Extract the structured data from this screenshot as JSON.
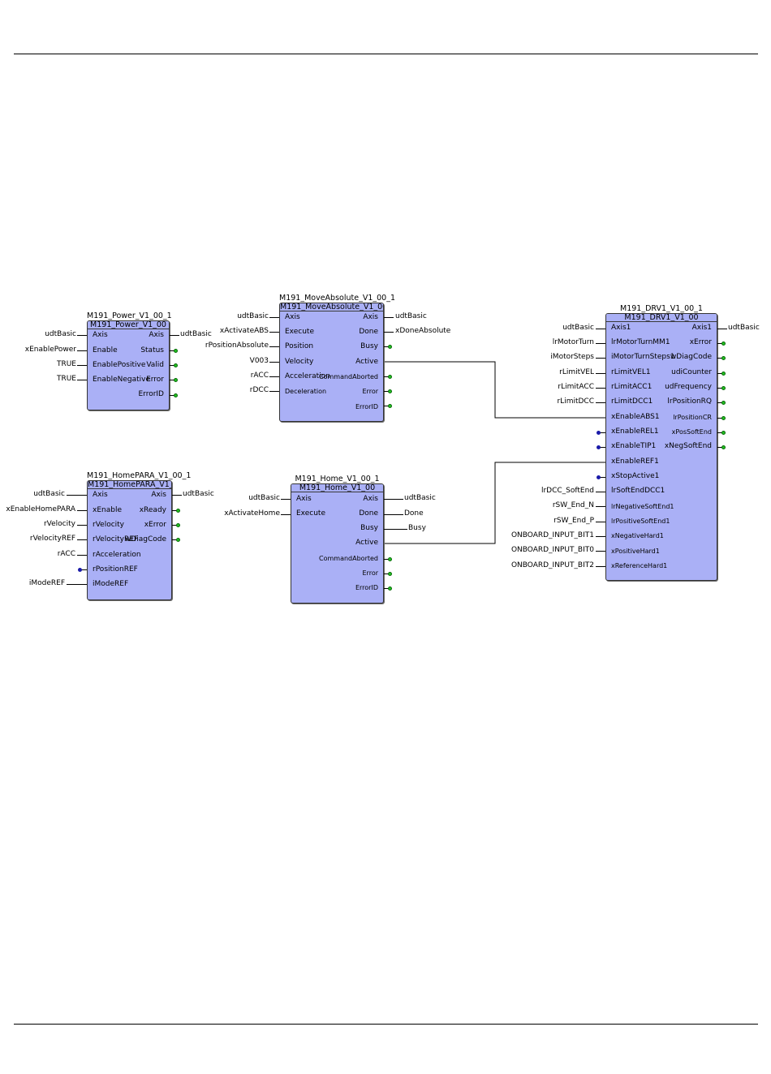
{
  "blocks": {
    "power": {
      "instance": "M191_Power_V1_00_1",
      "type": "M191_Power_V1_00",
      "inputs": [
        "Axis",
        "Enable",
        "EnablePositive",
        "EnableNegative"
      ],
      "outputs": [
        "Axis",
        "Status",
        "Valid",
        "Error",
        "ErrorID"
      ],
      "in_labels": [
        "udtBasic",
        "xEnablePower",
        "TRUE",
        "TRUE"
      ],
      "out_labels": [
        "udtBasic"
      ]
    },
    "moveabs": {
      "instance": "M191_MoveAbsolute_V1_00_1",
      "type": "M191_MoveAbsolute_V1_00",
      "inputs": [
        "Axis",
        "Execute",
        "Position",
        "Velocity",
        "Acceleration",
        "Deceleration"
      ],
      "outputs": [
        "Axis",
        "Done",
        "Busy",
        "Active",
        "CommandAborted",
        "Error",
        "ErrorID"
      ],
      "in_labels": [
        "udtBasic",
        "xActivateABS",
        "rPositionAbsolute",
        "V003",
        "rACC",
        "rDCC"
      ],
      "out_labels": [
        "udtBasic",
        "xDoneAbsolute"
      ]
    },
    "drv": {
      "instance": "M191_DRV1_V1_00_1",
      "type": "M191_DRV1_V1_00",
      "inputs": [
        "Axis1",
        "lrMotorTurnMM1",
        "iMotorTurnSteps1",
        "rLimitVEL1",
        "rLimitACC1",
        "rLimitDCC1",
        "xEnableABS1",
        "xEnableREL1",
        "xEnableTIP1",
        "xEnableREF1",
        "xStopActive1",
        "lrSoftEndDCC1",
        "lrNegativeSoftEnd1",
        "lrPositiveSoftEnd1",
        "xNegativeHard1",
        "xPositiveHard1",
        "xReferenceHard1"
      ],
      "outputs": [
        "Axis1",
        "xError",
        "wDiagCode",
        "udiCounter",
        "udFrequency",
        "lrPositionRQ",
        "lrPositionCR",
        "xPosSoftEnd",
        "xNegSoftEnd"
      ],
      "in_labels": [
        "udtBasic",
        "lrMotorTurn",
        "iMotorSteps",
        "rLimitVEL",
        "rLimitACC",
        "rLimitDCC",
        "lrDCC_SoftEnd",
        "rSW_End_N",
        "rSW_End_P",
        "ONBOARD_INPUT_BIT1",
        "ONBOARD_INPUT_BIT0",
        "ONBOARD_INPUT_BIT2"
      ],
      "out_labels": [
        "udtBasic"
      ]
    },
    "homepara": {
      "instance": "M191_HomePARA_V1_00_1",
      "type": "M191_HomePARA_V1_00",
      "inputs": [
        "Axis",
        "xEnable",
        "rVelocity",
        "rVelocityREF",
        "rAcceleration",
        "rPositionREF",
        "iModeREF"
      ],
      "outputs": [
        "Axis",
        "xReady",
        "xError",
        "wDiagCode"
      ],
      "in_labels": [
        "udtBasic",
        "xEnableHomePARA",
        "rVelocity",
        "rVelocityREF",
        "rACC",
        "iModeREF"
      ],
      "out_labels": [
        "udtBasic"
      ]
    },
    "home": {
      "instance": "M191_Home_V1_00_1",
      "type": "M191_Home_V1_00",
      "inputs": [
        "Axis",
        "Execute"
      ],
      "outputs": [
        "Axis",
        "Done",
        "Busy",
        "Active",
        "CommandAborted",
        "Error",
        "ErrorID"
      ],
      "in_labels": [
        "udtBasic",
        "xActivateHome"
      ],
      "out_labels": [
        "udtBasic",
        "Done",
        "Busy"
      ]
    }
  },
  "colors": {
    "block_fill": "#aab0f6",
    "output_dot": "#22c022",
    "input_dot": "#1a1aa8"
  }
}
